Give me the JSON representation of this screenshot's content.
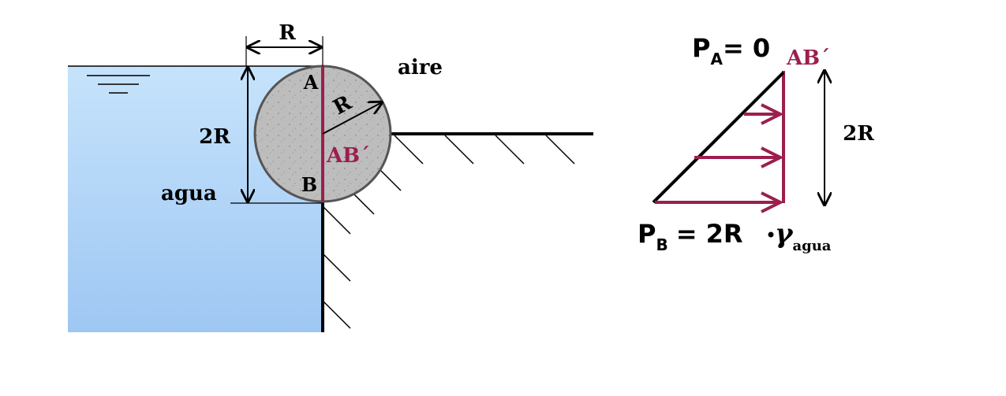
{
  "left_figure": {
    "dim_top": "R",
    "dim_height": "2R",
    "radius": "R",
    "point_a": "A",
    "point_b": "B",
    "surface_label": "AB´",
    "air_label": "aire",
    "water_label": "agua"
  },
  "right_figure": {
    "pa_main": "P",
    "pa_sub": "A",
    "pa_rhs": "= 0",
    "surface_label": "AB´",
    "height_label": "2R",
    "pb_main": "P",
    "pb_sub": "B",
    "pb_rhs": "= 2R",
    "pb_gamma": "γ",
    "pb_gamma_sub": "agua"
  },
  "colors": {
    "water_top": "#c6e3fb",
    "water_bottom": "#9ec7f3",
    "accent": "#9b1f4e",
    "sphere": "#bdbdbd",
    "sphere_edge": "#555555",
    "ink": "#000000"
  }
}
